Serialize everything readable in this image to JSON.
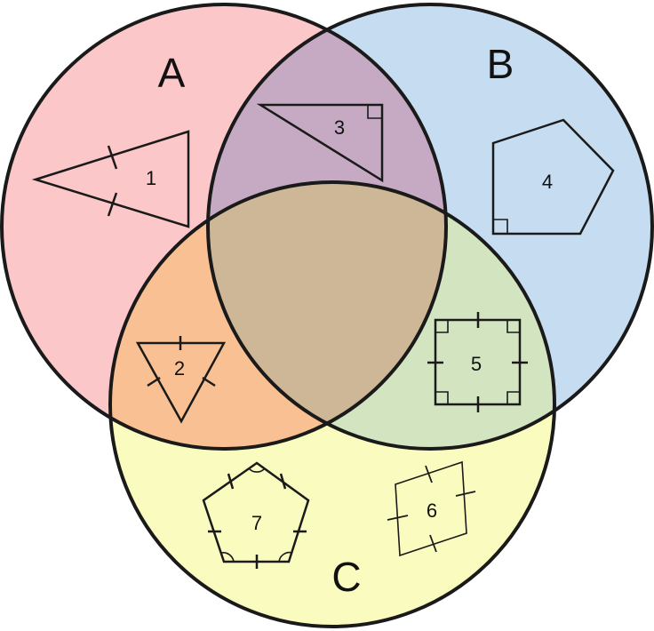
{
  "sets": [
    {
      "id": "A",
      "label": "A",
      "color": "#fbc7c8"
    },
    {
      "id": "B",
      "label": "B",
      "color": "#c6dcf0"
    },
    {
      "id": "C",
      "label": "C",
      "color": "#fafbbe"
    }
  ],
  "overlap_colors": {
    "AB": "#c6a9c2",
    "AC": "#f9c193",
    "BC": "#d2e4c0",
    "ABC": "#cdb797"
  },
  "shapes": [
    {
      "number": "1",
      "region": "A",
      "kind": "isosceles-triangle"
    },
    {
      "number": "2",
      "region": "AC",
      "kind": "equilateral-triangle"
    },
    {
      "number": "3",
      "region": "AB",
      "kind": "right-triangle"
    },
    {
      "number": "4",
      "region": "B",
      "kind": "pentagon-with-right-angle"
    },
    {
      "number": "5",
      "region": "BC",
      "kind": "square"
    },
    {
      "number": "6",
      "region": "C",
      "kind": "rhombus"
    },
    {
      "number": "7",
      "region": "C",
      "kind": "regular-pentagon"
    }
  ]
}
